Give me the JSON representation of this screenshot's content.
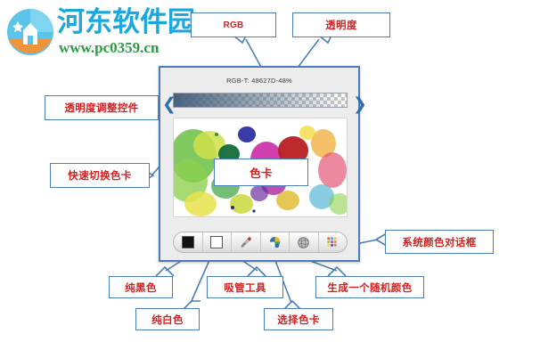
{
  "watermark": {
    "brand": "河东软件园",
    "url": "www.pc0359.cn",
    "brand_color": "#1aa7e0",
    "url_color": "#2c9a46"
  },
  "app": {
    "title_readout": "RGB-T: 48627D-48%",
    "current_color_hex": "#48627D",
    "transparency_percent": "48%",
    "nav": {
      "prev_glyph": "❮",
      "next_glyph": "❯"
    },
    "toolbar": {
      "buttons": [
        {
          "name": "pure-black-swatch",
          "label": "纯黑色",
          "icon": "black-square-icon"
        },
        {
          "name": "pure-white-swatch",
          "label": "纯白色",
          "icon": "white-square-icon"
        },
        {
          "name": "eyedropper-tool",
          "label": "吸管工具",
          "icon": "eyedropper-icon"
        },
        {
          "name": "select-color-card",
          "label": "选择色卡",
          "icon": "color-palette-icon"
        },
        {
          "name": "random-color",
          "label": "生成一个随机颜色",
          "icon": "globe-icon"
        },
        {
          "name": "system-color-dialog",
          "label": "系统颜色对话框",
          "icon": "color-grid-icon"
        }
      ]
    },
    "color_card_label": "色卡"
  },
  "annotations": {
    "rgb": "RGB",
    "transparency": "透明度",
    "alpha_control": "透明度调整控件",
    "quick_switch_card": "快速切换色卡",
    "color_card": "色卡",
    "system_color_dialog": "系统颜色对话框",
    "pure_black": "纯黑色",
    "pure_white": "纯白色",
    "eyedropper": "吸管工具",
    "pick_card": "选择色卡",
    "random_color": "生成一个随机颜色"
  },
  "colors": {
    "callout_border": "#4a7ebb",
    "callout_text": "#d42020",
    "window_border": "#4a7ebb",
    "window_bg": "#ececed"
  }
}
